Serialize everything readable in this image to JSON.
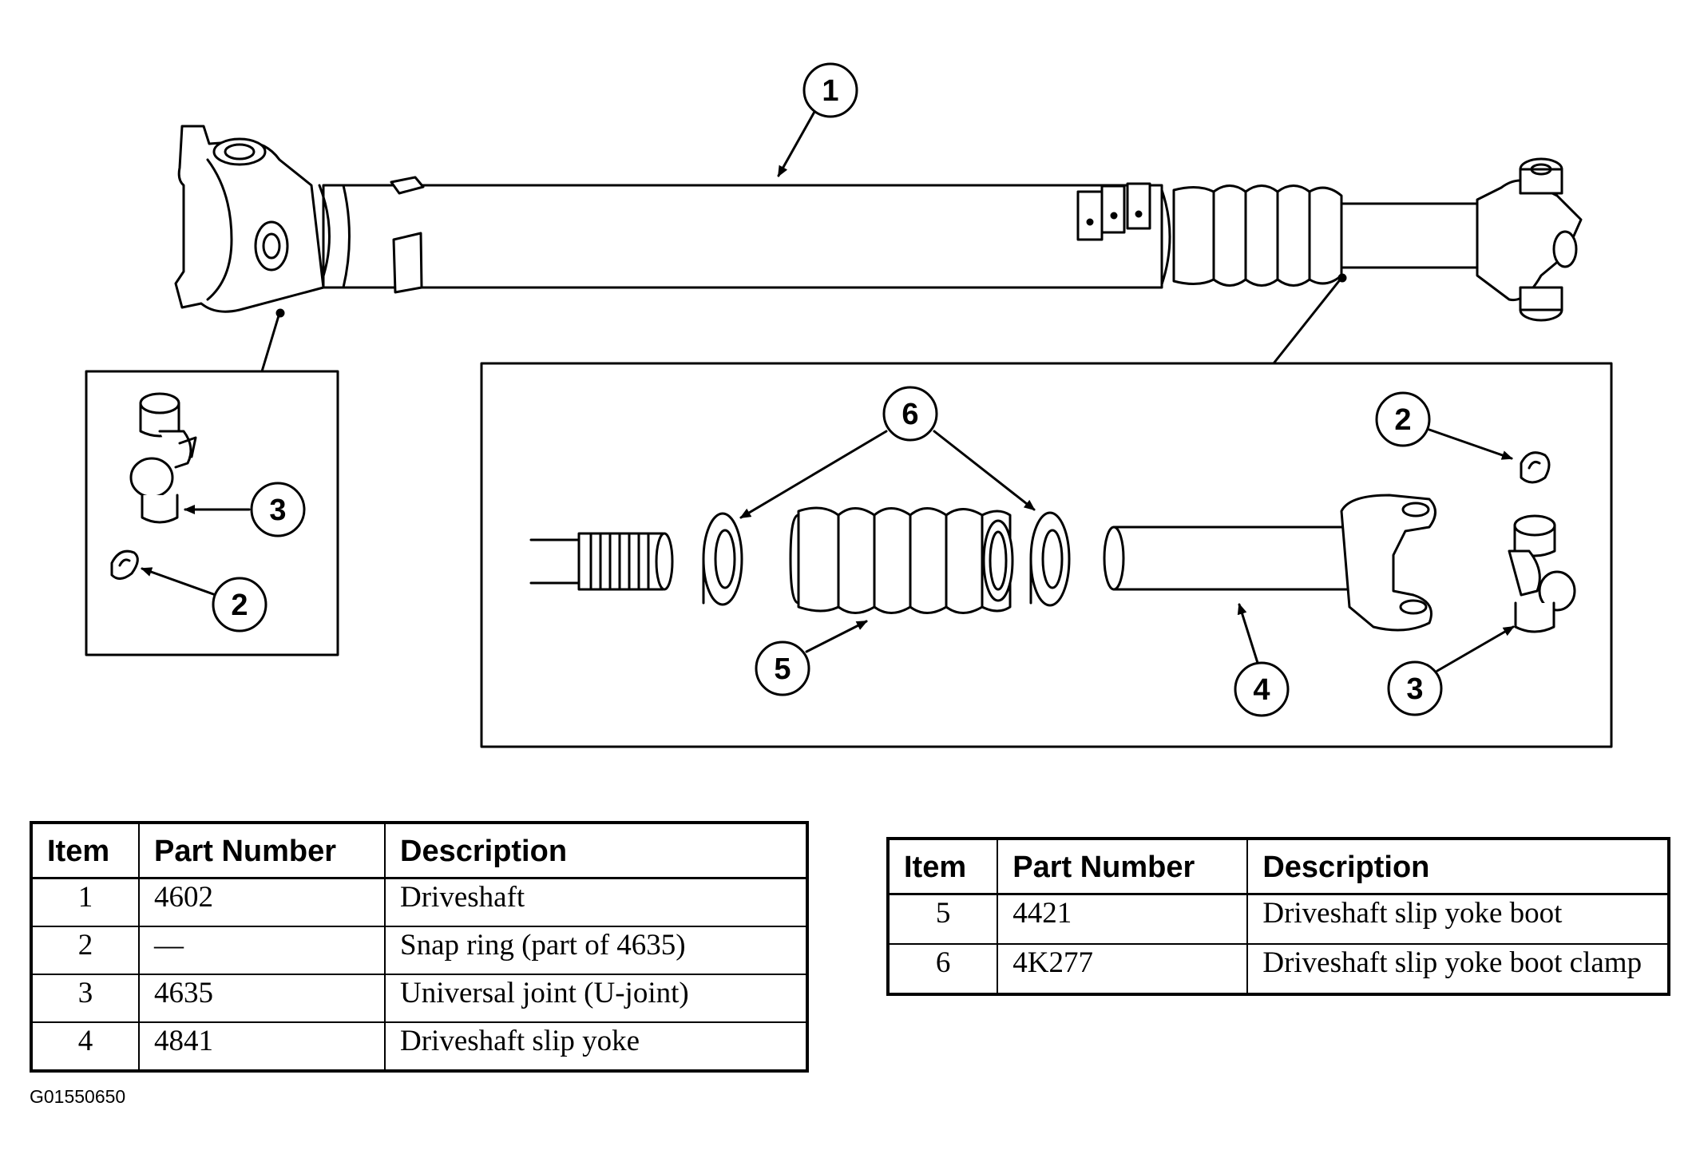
{
  "callouts": {
    "driveshaft": "1",
    "left_snap_ring": "2",
    "left_ujoint": "3",
    "right_snap_ring": "2",
    "right_ujoint": "3",
    "slip_yoke": "4",
    "boot": "5",
    "boot_clamp": "6"
  },
  "table_left": {
    "headers": [
      "Item",
      "Part Number",
      "Description"
    ],
    "rows": [
      {
        "item": "1",
        "part": "4602",
        "desc": "Driveshaft"
      },
      {
        "item": "2",
        "part": "—",
        "desc": "Snap ring (part of 4635)"
      },
      {
        "item": "3",
        "part": "4635",
        "desc": "Universal joint (U-joint)"
      },
      {
        "item": "4",
        "part": "4841",
        "desc": "Driveshaft slip yoke"
      }
    ]
  },
  "table_right": {
    "headers": [
      "Item",
      "Part Number",
      "Description"
    ],
    "rows": [
      {
        "item": "5",
        "part": "4421",
        "desc": "Driveshaft slip yoke boot"
      },
      {
        "item": "6",
        "part": "4K277",
        "desc": "Driveshaft slip yoke boot clamp"
      }
    ]
  },
  "figure_id": "G01550650"
}
